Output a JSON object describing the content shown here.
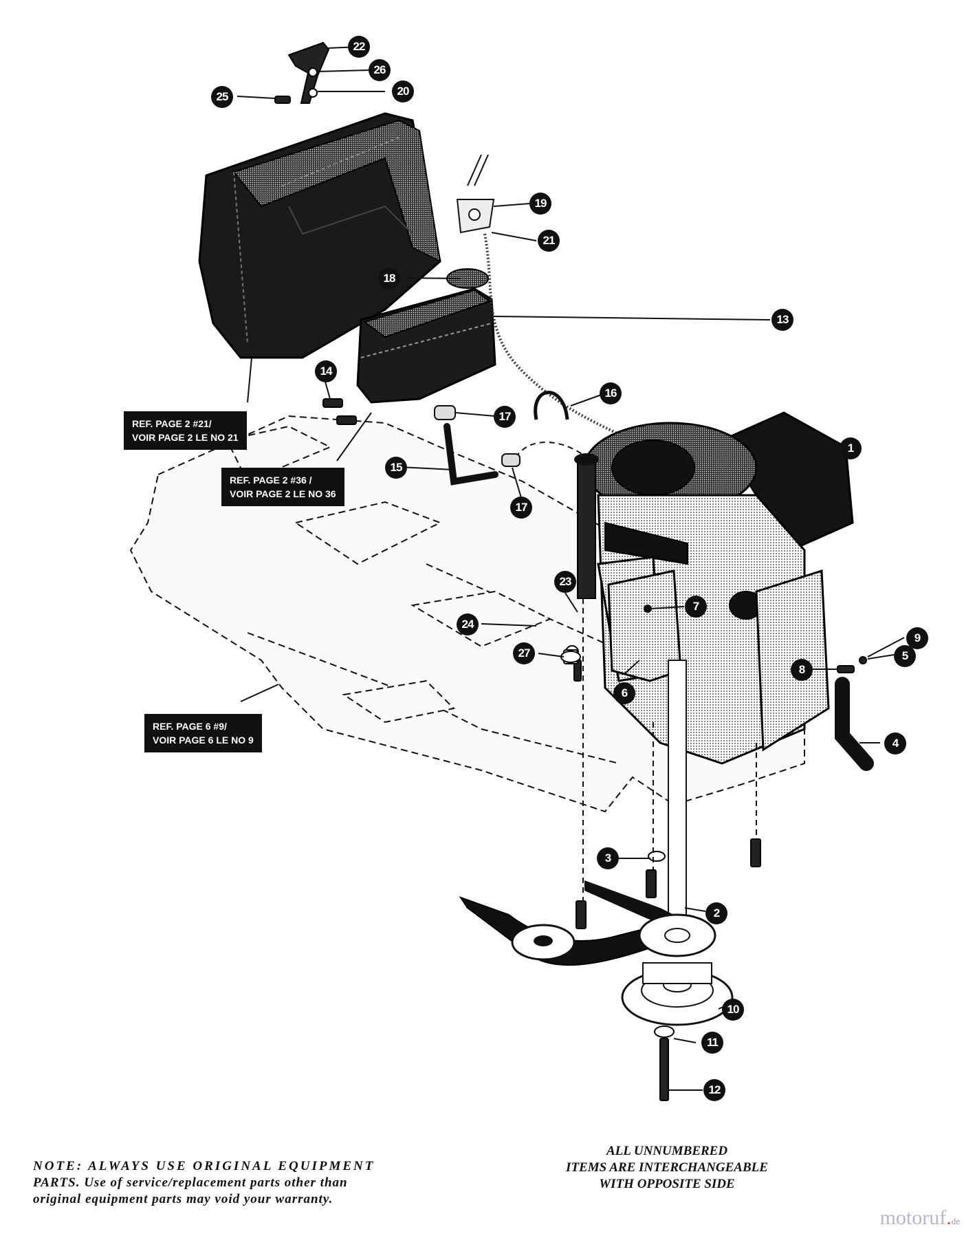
{
  "callouts": [
    {
      "id": "1",
      "label": "1"
    },
    {
      "id": "2",
      "label": "2"
    },
    {
      "id": "3",
      "label": "3"
    },
    {
      "id": "4",
      "label": "4"
    },
    {
      "id": "5",
      "label": "5"
    },
    {
      "id": "6",
      "label": "6"
    },
    {
      "id": "7",
      "label": "7"
    },
    {
      "id": "8",
      "label": "8"
    },
    {
      "id": "9",
      "label": "9"
    },
    {
      "id": "10",
      "label": "10"
    },
    {
      "id": "11",
      "label": "11"
    },
    {
      "id": "12",
      "label": "12"
    },
    {
      "id": "13",
      "label": "13"
    },
    {
      "id": "14",
      "label": "14"
    },
    {
      "id": "15",
      "label": "15"
    },
    {
      "id": "16",
      "label": "16"
    },
    {
      "id": "17a",
      "label": "17"
    },
    {
      "id": "17b",
      "label": "17"
    },
    {
      "id": "18",
      "label": "18"
    },
    {
      "id": "19",
      "label": "19"
    },
    {
      "id": "20",
      "label": "20"
    },
    {
      "id": "21",
      "label": "21"
    },
    {
      "id": "22",
      "label": "22"
    },
    {
      "id": "23",
      "label": "23"
    },
    {
      "id": "24",
      "label": "24"
    },
    {
      "id": "25",
      "label": "25"
    },
    {
      "id": "26",
      "label": "26"
    },
    {
      "id": "27",
      "label": "27"
    }
  ],
  "refs": {
    "page2_21": {
      "line1": "REF. PAGE 2 #21/",
      "line2": "VOIR PAGE 2 LE NO 21"
    },
    "page2_36": {
      "line1": "REF. PAGE 2 #36 /",
      "line2": "VOIR PAGE 2 LE NO 36"
    },
    "page6_9": {
      "line1": "REF. PAGE 6 #9/",
      "line2": "VOIR PAGE 6 LE NO 9"
    }
  },
  "notes": {
    "left": {
      "line1": "NOTE: ALWAYS USE ORIGINAL EQUIPMENT",
      "line2": "PARTS. Use of service/replacement parts other than",
      "line3": "original equipment parts may void your warranty."
    },
    "right": {
      "line1": "ALL UNNUMBERED",
      "line2": "ITEMS ARE INTERCHANGEABLE",
      "line3": "WITH OPPOSITE SIDE"
    }
  },
  "watermark": {
    "main": "motoruf",
    "dot": ".",
    "tld": "de"
  },
  "colors": {
    "ink": "#111111",
    "paper": "#ffffff",
    "watermark": "#b7b7c9",
    "watermark_accent": "#e24b4b"
  }
}
